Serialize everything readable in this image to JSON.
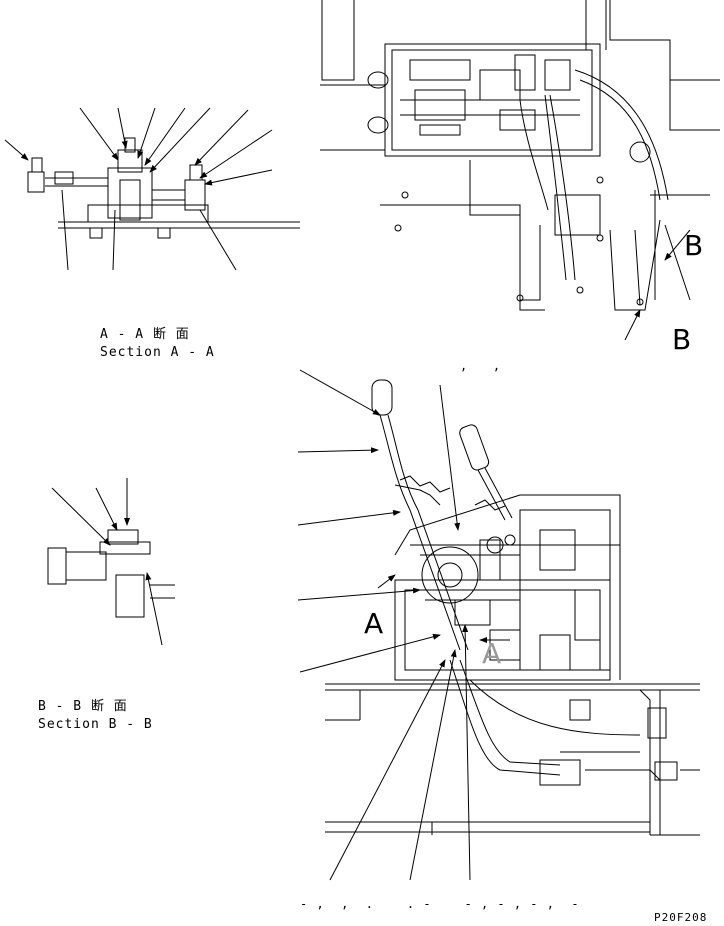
{
  "captions": {
    "section_aa_jp": "A - A 断 面",
    "section_aa_en": "Section A - A",
    "section_bb_jp": "B - B 断 面",
    "section_bb_en": "Section B - B"
  },
  "view_letters": {
    "a_main": "A",
    "b_right": "B",
    "b_lower": "B",
    "a_ghost": "A"
  },
  "marks": {
    "commas_top": ",   ,",
    "bottom_note": "- ,  ,  .    . -    - , - , - ,  -"
  },
  "drawing_code": "P20F208"
}
